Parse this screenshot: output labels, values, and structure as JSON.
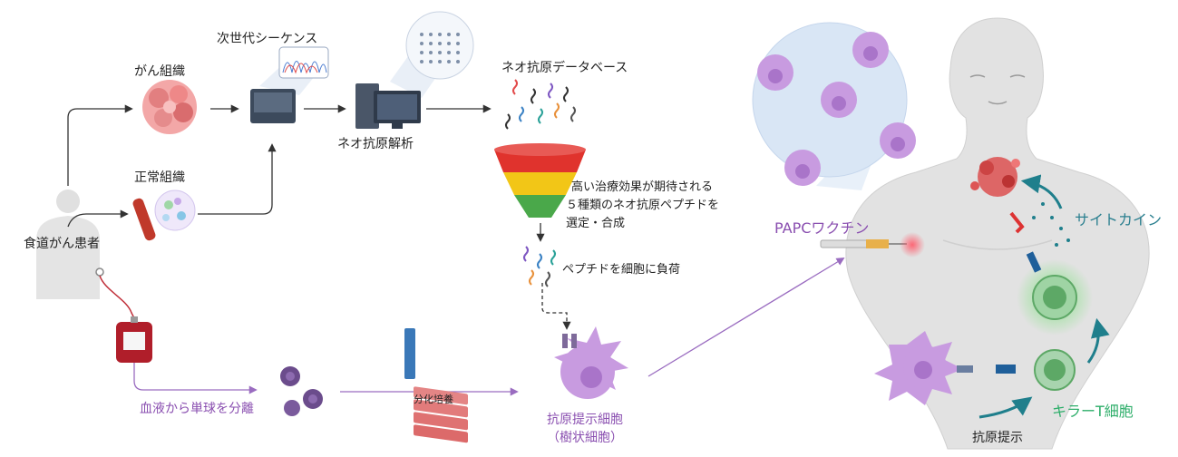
{
  "labels": {
    "sequencer": "次世代シーケンス",
    "tumor_tissue": "がん組織",
    "normal_tissue": "正常組織",
    "patient": "食道がん患者",
    "neoantigen_analysis": "ネオ抗原解析",
    "neoantigen_db": "ネオ抗原データベース",
    "selection_line1": "高い治療効果が期待される",
    "selection_line2": "５種類のネオ抗原ペプチドを",
    "selection_line3": "選定・合成",
    "peptide_loading": "ペプチドを細胞に負荷",
    "monocyte_separation": "血液から単球を分離",
    "differentiation": "分化培養",
    "apc_line1": "抗原提示細胞",
    "apc_line2": "（樹状細胞）",
    "papc_vaccine": "PAPCワクチン",
    "cytokine": "サイトカイン",
    "killer_t": "キラーT細胞",
    "antigen_presentation": "抗原提示"
  },
  "colors": {
    "purple_cell": "#c89be0",
    "purple_text": "#8a4fb0",
    "teal": "#2a7f8f",
    "green_text": "#2eae6a",
    "funnel_red": "#e0332d",
    "funnel_yellow": "#f2c617",
    "funnel_green": "#4aa84a",
    "tumor_red": "#d8585a",
    "skin": "#e4e4e4"
  }
}
